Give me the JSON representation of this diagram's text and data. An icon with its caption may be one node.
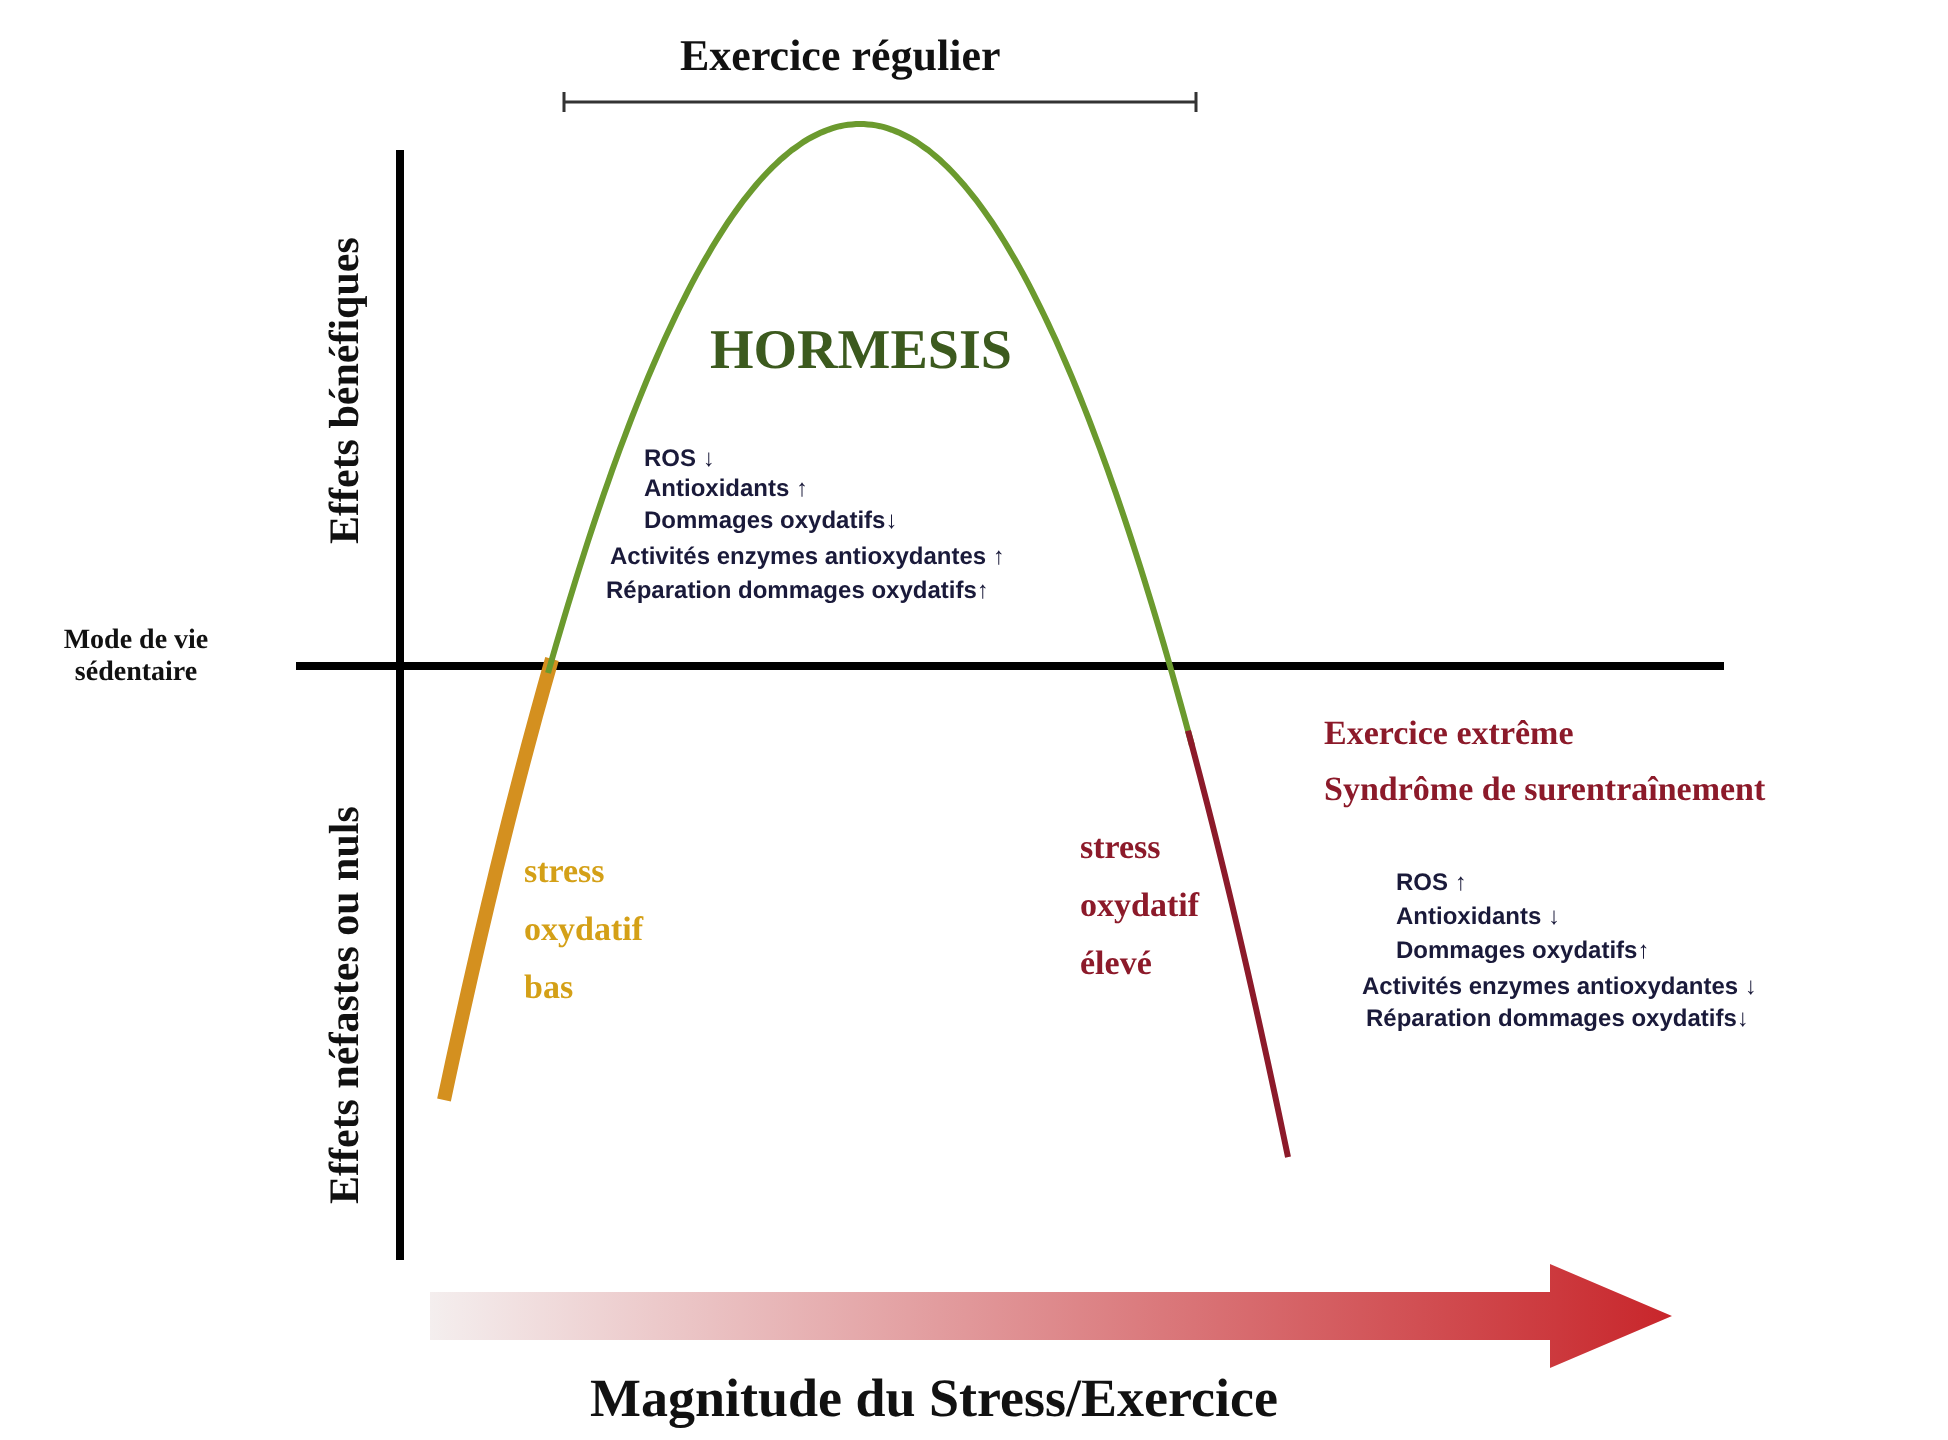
{
  "diagram": {
    "labels": [
      "Exercice régulier",
      "Effets bénéfiques",
      "HORMESIS",
      "ROS ↓",
      "Antioxidants ↑",
      "Dommages oxydatifs↓",
      "Activités enzymes antioxydantes ↑",
      "Réparation dommages oxydatifs↑",
      "Mode de vie sédentaire",
      "Exercice extrême",
      "Syndrôme de surentraînement",
      "Effets néfastes ou nuls",
      "stress oxydatif bas",
      "stress oxydatif élevé",
      "ROS ↑",
      "Antioxidants ↓",
      "Dommages oxydatifs↑",
      "Activités enzymes antioxydantes ↓",
      "Réparation dommages oxydatifs↓",
      "Magnitude du Stress/Exercice"
    ]
  }
}
